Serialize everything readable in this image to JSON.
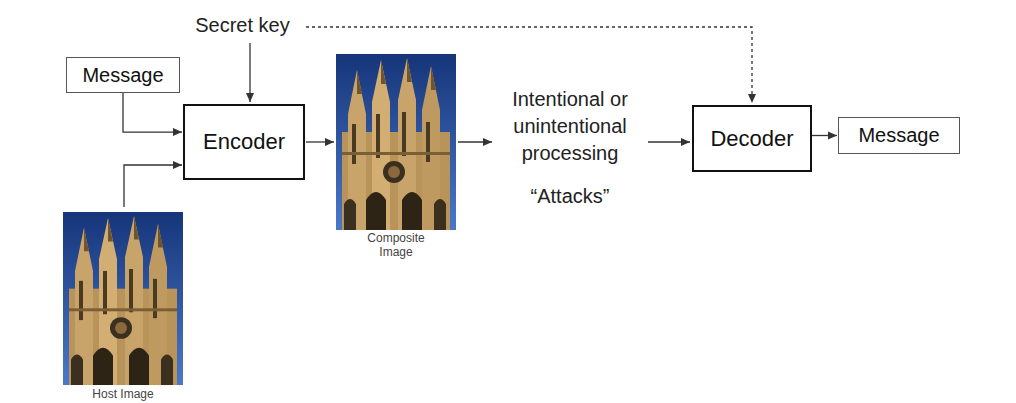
{
  "diagram": {
    "nodes": [
      {
        "text": [
          "Message"
        ]
      },
      {
        "text": [
          "Encoder"
        ]
      },
      {
        "text": [
          "Decoder"
        ]
      },
      {
        "text": [
          "Message"
        ]
      }
    ],
    "edges": [
      {
        "from": 0,
        "to": 1,
        "arrow": "to"
      },
      {
        "from": 2,
        "to": 3,
        "arrow": "to"
      }
    ],
    "labels": [
      "Secret key",
      "Composite Image",
      "Intentional or unintentional processing",
      "“Attacks”",
      "Host Image"
    ]
  }
}
